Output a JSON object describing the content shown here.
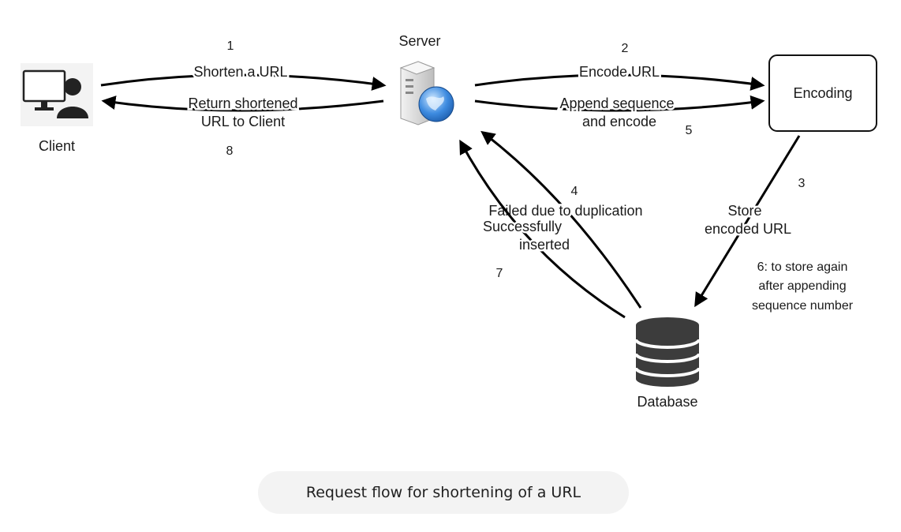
{
  "nodes": {
    "client": "Client",
    "server": "Server",
    "encoding": "Encoding",
    "database": "Database"
  },
  "edges": {
    "shorten": {
      "step": "1",
      "label": "Shorten a URL"
    },
    "return": {
      "step": "8",
      "line1": "Return shortened",
      "line2": "URL to Client"
    },
    "encode": {
      "step": "2",
      "label": "Encode URL"
    },
    "append": {
      "step": "5",
      "line1": "Append sequence",
      "line2": "and encode"
    },
    "store": {
      "step": "3",
      "line1": "Store",
      "line2": "encoded URL"
    },
    "store_again": {
      "step": "6",
      "line1": "6: to store again",
      "line2": "after appending",
      "line3": "sequence number"
    },
    "failed": {
      "step": "4",
      "label": "Failed due to duplication"
    },
    "success": {
      "step": "7",
      "line1": "Successfully",
      "line2": "inserted"
    }
  },
  "icons": {
    "client": "computer-user-icon",
    "server": "server-globe-icon",
    "database": "database-cylinder-icon"
  },
  "caption": "Request flow for shortening of a URL"
}
